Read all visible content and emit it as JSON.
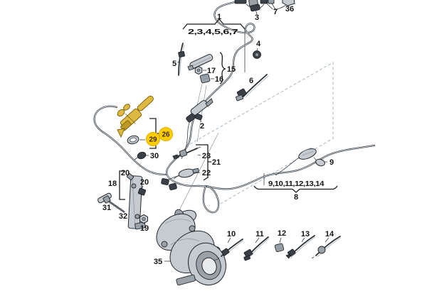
{
  "diagram": {
    "type": "exhaust-system-parts-diagram",
    "colors": {
      "background": "#ffffff",
      "highlight": "#ffcc00",
      "highlight_border": "#e0b000",
      "line": "#23282c"
    },
    "badges": [
      {
        "text": "26"
      },
      {
        "text": "29"
      }
    ],
    "labels": [
      {
        "text": "1"
      },
      {
        "text": "2,3,4,5,6,7"
      },
      {
        "text": "3"
      },
      {
        "text": "7"
      },
      {
        "text": "36"
      },
      {
        "text": "4"
      },
      {
        "text": "5"
      },
      {
        "text": "17"
      },
      {
        "text": "16"
      },
      {
        "text": "15"
      },
      {
        "text": "6"
      },
      {
        "text": "2"
      },
      {
        "text": "30"
      },
      {
        "text": "23"
      },
      {
        "text": "21"
      },
      {
        "text": "22"
      },
      {
        "text": "9"
      },
      {
        "text": "9,10,11,12,13,14"
      },
      {
        "text": "8"
      },
      {
        "text": "20"
      },
      {
        "text": "18"
      },
      {
        "text": "20"
      },
      {
        "text": "31"
      },
      {
        "text": "32"
      },
      {
        "text": "19"
      },
      {
        "text": "35"
      },
      {
        "text": "10"
      },
      {
        "text": "11"
      },
      {
        "text": "12"
      },
      {
        "text": "13"
      },
      {
        "text": "14"
      }
    ]
  }
}
